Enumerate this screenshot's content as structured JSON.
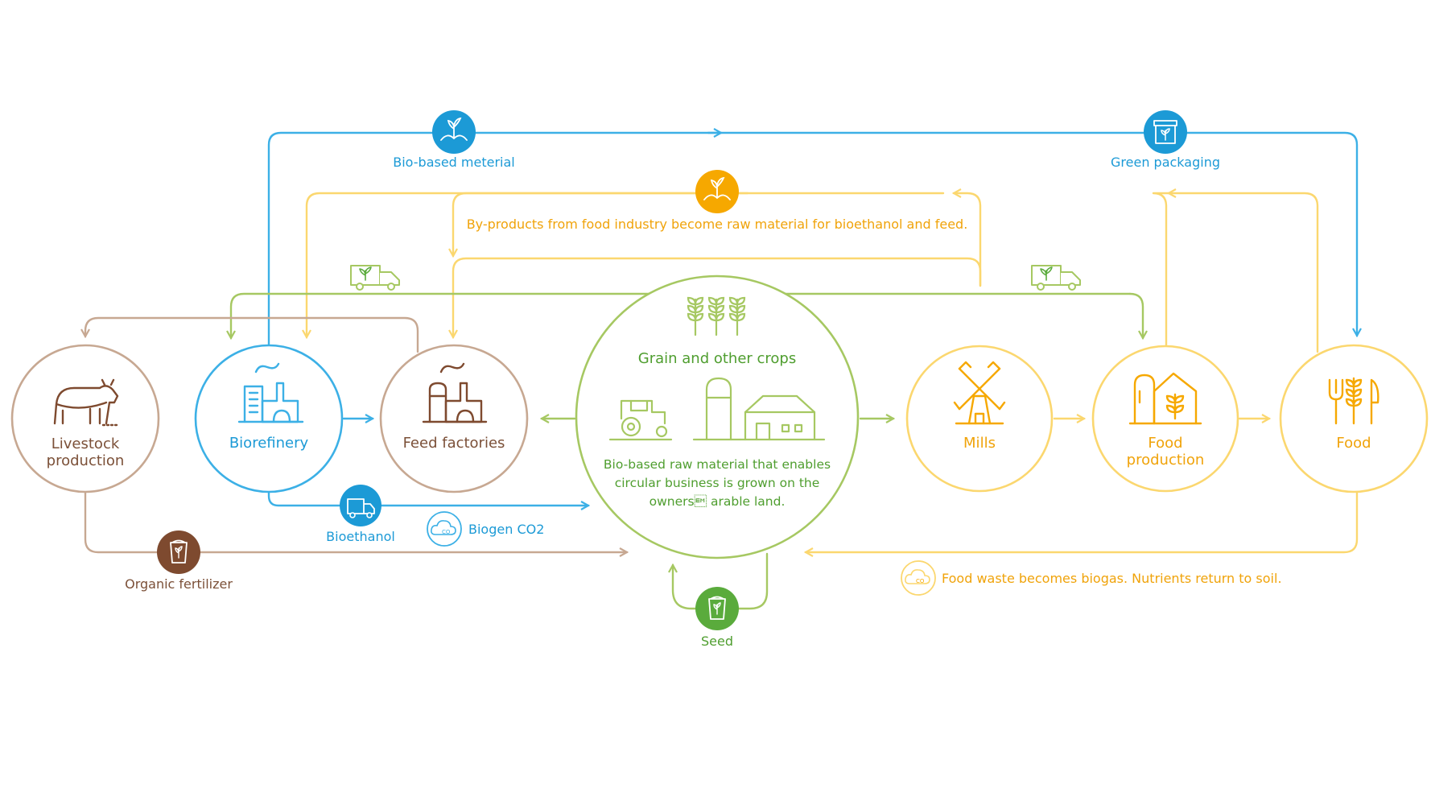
{
  "colors": {
    "blue": "#3cb0e6",
    "blue_dark": "#1c9ad6",
    "green": "#a6c862",
    "green_dark": "#5aab3c",
    "green_text": "#4f9e2f",
    "yellow": "#fbd76f",
    "orange": "#f6a800",
    "orange_text": "#f0a30a",
    "brown": "#c7a892",
    "brown_dark": "#7e4a2f",
    "brown_text": "#7b5038"
  },
  "nodes": {
    "livestock": {
      "label_1": "Livestock",
      "label_2": "production",
      "icon": "cow-icon"
    },
    "biorefinery": {
      "label": "Biorefinery",
      "icon": "factory-icon"
    },
    "feed_factories": {
      "label": "Feed factories",
      "icon": "factory-icon"
    },
    "center": {
      "title": "Grain and other crops",
      "text_1": "Bio-based raw material that enables",
      "text_2": "circular business is grown on the",
      "text_3": "owners\u0019 arable land.",
      "icons": [
        "wheat-icon",
        "tractor-icon",
        "silo-icon",
        "barn-icon"
      ]
    },
    "mills": {
      "label": "Mills",
      "icon": "windmill-icon"
    },
    "food_production": {
      "label_1": "Food",
      "label_2": "production",
      "icon": "food-factory-icon"
    },
    "food": {
      "label": "Food",
      "icon": "cutlery-icon"
    }
  },
  "flows": {
    "bio_based_material": {
      "label": "Bio-based meterial",
      "icon": "plant-hands-icon"
    },
    "green_packaging": {
      "label": "Green packaging",
      "icon": "box-icon"
    },
    "by_products": {
      "label": "By-products from food industry become raw material for bioethanol and feed.",
      "icon": "plant-hands-icon"
    },
    "bioethanol": {
      "label": "Bioethanol",
      "icon": "truck-icon"
    },
    "biogen_co2": {
      "label": "Biogen CO2",
      "icon": "co2-cloud-icon"
    },
    "organic_fertilizer": {
      "label": "Organic fertilizer",
      "icon": "sack-icon"
    },
    "seed": {
      "label": "Seed",
      "icon": "sack-icon"
    },
    "food_waste": {
      "label": "Food waste becomes biogas. Nutrients return to soil.",
      "icon": "co2-cloud-icon"
    },
    "truck_left": {
      "icon": "truck-icon"
    },
    "truck_right": {
      "icon": "truck-icon"
    }
  }
}
